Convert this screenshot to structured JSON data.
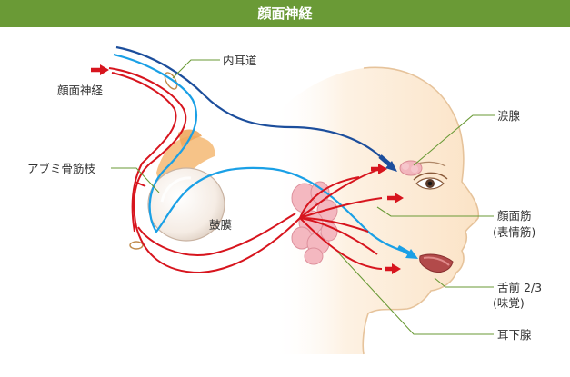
{
  "title": "顔面神経",
  "labels": {
    "facial_nerve": "顔面神経",
    "internal_meatus": "内耳道",
    "stapedius_branch": "アブミ骨筋枝",
    "eardrum": "鼓膜",
    "lacrimal_gland": "涙腺",
    "facial_muscles": "顔面筋",
    "facial_muscles_sub": "(表情筋)",
    "tongue_front": "舌前 2/3",
    "tongue_front_sub": "(味覚)",
    "parotid_gland": "耳下腺"
  },
  "colors": {
    "header": "#6a9a36",
    "motor_nerve": "#d7151e",
    "taste_nerve": "#1aa0e6",
    "parasympathetic_nerve": "#1c4e9c",
    "leader_line": "#6a9a36",
    "skin": "#fbe6cc"
  }
}
